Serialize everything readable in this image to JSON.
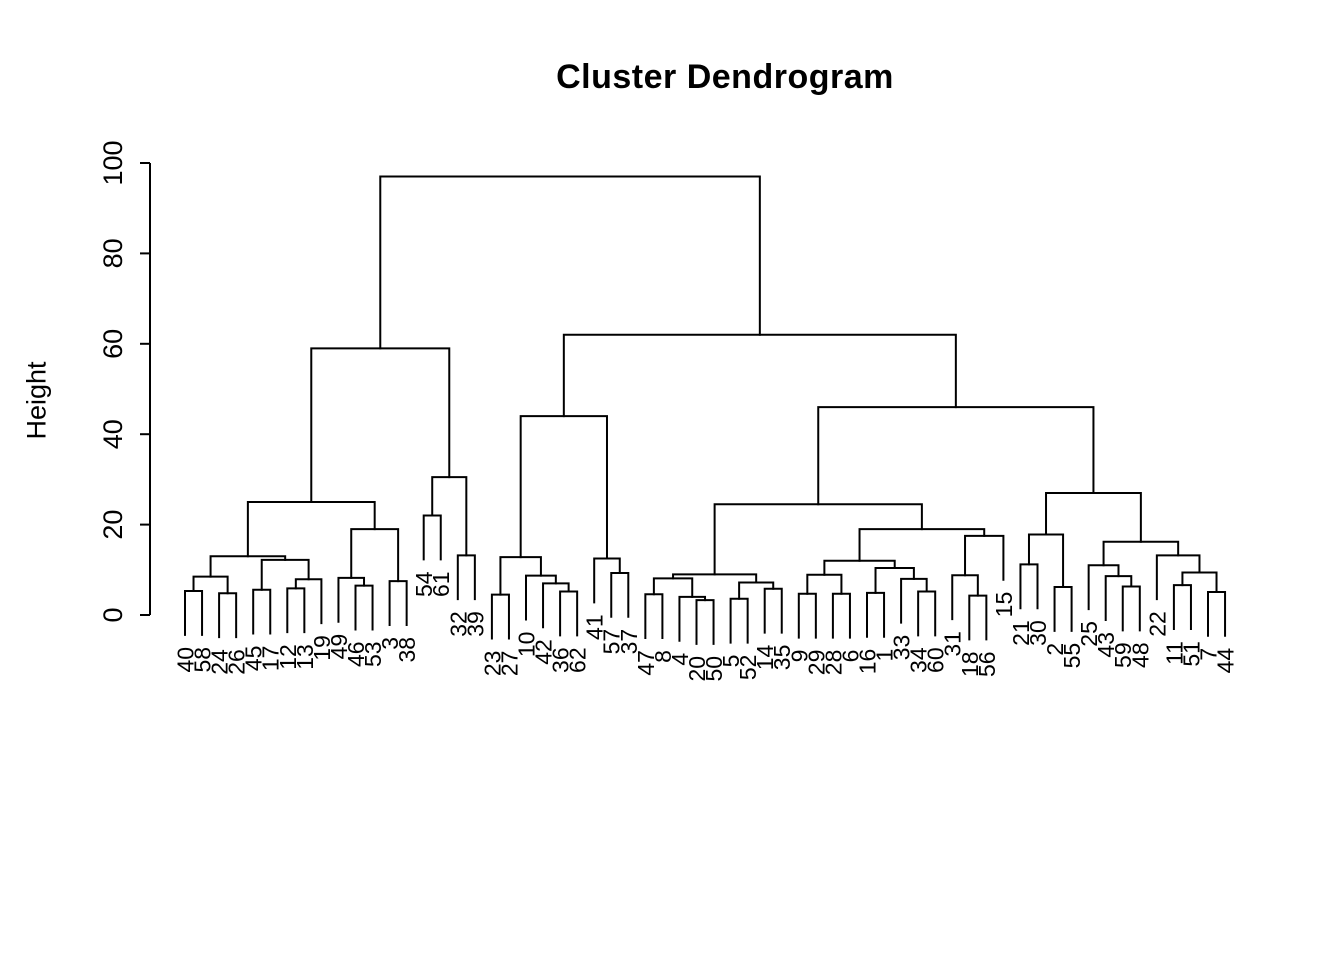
{
  "chart_data": {
    "type": "dendrogram",
    "title": "Cluster Dendrogram",
    "xlabel": "",
    "ylabel": "Height",
    "ylim": [
      0,
      100
    ],
    "yticks": [
      0,
      20,
      40,
      60,
      80,
      100
    ],
    "grid": false,
    "line_color": "#000000",
    "background_color": "#ffffff",
    "root_height": 97,
    "hang": 9.7,
    "n_leaves": 62,
    "leaf_order": [
      "40",
      "58",
      "24",
      "26",
      "45",
      "17",
      "12",
      "13",
      "19",
      "49",
      "46",
      "53",
      "3",
      "38",
      "54",
      "61",
      "32",
      "39",
      "23",
      "27",
      "10",
      "42",
      "36",
      "62",
      "41",
      "57",
      "37",
      "47",
      "8",
      "4",
      "20",
      "50",
      "5",
      "52",
      "14",
      "35",
      "9",
      "29",
      "28",
      "6",
      "16",
      "1",
      "33",
      "34",
      "60",
      "31",
      "18",
      "56",
      "15",
      "21",
      "30",
      "2",
      "55",
      "25",
      "43",
      "59",
      "48",
      "22",
      "11",
      "51",
      "7",
      "44"
    ],
    "tree": {
      "h": 97,
      "c": [
        {
          "h": 59,
          "c": [
            {
              "h": 25,
              "c": [
                {
                  "h": 13,
                  "c": [
                    {
                      "h": 8.5,
                      "c": [
                        {
                          "h": 5.3,
                          "c": [
                            {
                              "l": "40"
                            },
                            {
                              "l": "58"
                            }
                          ]
                        },
                        {
                          "h": 4.8,
                          "c": [
                            {
                              "l": "24"
                            },
                            {
                              "l": "26"
                            }
                          ]
                        }
                      ]
                    },
                    {
                      "h": 12.2,
                      "c": [
                        {
                          "h": 5.6,
                          "c": [
                            {
                              "l": "45"
                            },
                            {
                              "l": "17"
                            }
                          ]
                        },
                        {
                          "h": 7.9,
                          "c": [
                            {
                              "h": 5.9,
                              "c": [
                                {
                                  "l": "12"
                                },
                                {
                                  "l": "13"
                                }
                              ]
                            },
                            {
                              "l": "19"
                            }
                          ]
                        }
                      ]
                    }
                  ]
                },
                {
                  "h": 19,
                  "c": [
                    {
                      "h": 8.2,
                      "c": [
                        {
                          "l": "49"
                        },
                        {
                          "h": 6.5,
                          "c": [
                            {
                              "l": "46"
                            },
                            {
                              "l": "53"
                            }
                          ]
                        }
                      ]
                    },
                    {
                      "h": 7.5,
                      "c": [
                        {
                          "l": "3"
                        },
                        {
                          "l": "38"
                        }
                      ]
                    }
                  ]
                }
              ]
            },
            {
              "h": 30.5,
              "c": [
                {
                  "h": 22,
                  "c": [
                    {
                      "l": "54"
                    },
                    {
                      "l": "61"
                    }
                  ]
                },
                {
                  "h": 13.2,
                  "c": [
                    {
                      "l": "32"
                    },
                    {
                      "l": "39"
                    }
                  ]
                }
              ]
            }
          ]
        },
        {
          "h": 62,
          "c": [
            {
              "h": 44,
              "c": [
                {
                  "h": 12.8,
                  "c": [
                    {
                      "h": 4.5,
                      "c": [
                        {
                          "l": "23"
                        },
                        {
                          "l": "27"
                        }
                      ]
                    },
                    {
                      "h": 8.7,
                      "c": [
                        {
                          "l": "10"
                        },
                        {
                          "h": 7.0,
                          "c": [
                            {
                              "l": "42"
                            },
                            {
                              "h": 5.2,
                              "c": [
                                {
                                  "l": "36"
                                },
                                {
                                  "l": "62"
                                }
                              ]
                            }
                          ]
                        }
                      ]
                    }
                  ]
                },
                {
                  "h": 12.5,
                  "c": [
                    {
                      "l": "41"
                    },
                    {
                      "h": 9.3,
                      "c": [
                        {
                          "l": "57"
                        },
                        {
                          "l": "37"
                        }
                      ]
                    }
                  ]
                }
              ]
            },
            {
              "h": 46,
              "c": [
                {
                  "h": 24.5,
                  "c": [
                    {
                      "h": 9.0,
                      "c": [
                        {
                          "h": 8.1,
                          "c": [
                            {
                              "h": 4.6,
                              "c": [
                                {
                                  "l": "47"
                                },
                                {
                                  "l": "8"
                                }
                              ]
                            },
                            {
                              "h": 4.0,
                              "c": [
                                {
                                  "l": "4"
                                },
                                {
                                  "h": 3.3,
                                  "c": [
                                    {
                                      "l": "20"
                                    },
                                    {
                                      "l": "50"
                                    }
                                  ]
                                }
                              ]
                            }
                          ]
                        },
                        {
                          "h": 7.2,
                          "c": [
                            {
                              "h": 3.6,
                              "c": [
                                {
                                  "l": "5"
                                },
                                {
                                  "l": "52"
                                }
                              ]
                            },
                            {
                              "h": 5.8,
                              "c": [
                                {
                                  "l": "14"
                                },
                                {
                                  "l": "35"
                                }
                              ]
                            }
                          ]
                        }
                      ]
                    },
                    {
                      "h": 19,
                      "c": [
                        {
                          "h": 12,
                          "c": [
                            {
                              "h": 8.9,
                              "c": [
                                {
                                  "h": 4.7,
                                  "c": [
                                    {
                                      "l": "9"
                                    },
                                    {
                                      "l": "29"
                                    }
                                  ]
                                },
                                {
                                  "h": 4.7,
                                  "c": [
                                    {
                                      "l": "28"
                                    },
                                    {
                                      "l": "6"
                                    }
                                  ]
                                }
                              ]
                            },
                            {
                              "h": 10.4,
                              "c": [
                                {
                                  "h": 4.9,
                                  "c": [
                                    {
                                      "l": "16"
                                    },
                                    {
                                      "l": "1"
                                    }
                                  ]
                                },
                                {
                                  "h": 8.0,
                                  "c": [
                                    {
                                      "l": "33"
                                    },
                                    {
                                      "h": 5.2,
                                      "c": [
                                        {
                                          "l": "34"
                                        },
                                        {
                                          "l": "60"
                                        }
                                      ]
                                    }
                                  ]
                                }
                              ]
                            }
                          ]
                        },
                        {
                          "h": 17.5,
                          "c": [
                            {
                              "h": 8.8,
                              "c": [
                                {
                                  "l": "31"
                                },
                                {
                                  "h": 4.3,
                                  "c": [
                                    {
                                      "l": "18"
                                    },
                                    {
                                      "l": "56"
                                    }
                                  ]
                                }
                              ]
                            },
                            {
                              "l": "15"
                            }
                          ]
                        }
                      ]
                    }
                  ]
                },
                {
                  "h": 27,
                  "c": [
                    {
                      "h": 17.8,
                      "c": [
                        {
                          "h": 11.2,
                          "c": [
                            {
                              "l": "21"
                            },
                            {
                              "l": "30"
                            }
                          ]
                        },
                        {
                          "h": 6.2,
                          "c": [
                            {
                              "l": "2"
                            },
                            {
                              "l": "55"
                            }
                          ]
                        }
                      ]
                    },
                    {
                      "h": 16.2,
                      "c": [
                        {
                          "h": 11.0,
                          "c": [
                            {
                              "l": "25"
                            },
                            {
                              "h": 8.6,
                              "c": [
                                {
                                  "l": "43"
                                },
                                {
                                  "h": 6.3,
                                  "c": [
                                    {
                                      "l": "59"
                                    },
                                    {
                                      "l": "48"
                                    }
                                  ]
                                }
                              ]
                            }
                          ]
                        },
                        {
                          "h": 13.2,
                          "c": [
                            {
                              "l": "22"
                            },
                            {
                              "h": 9.4,
                              "c": [
                                {
                                  "h": 6.6,
                                  "c": [
                                    {
                                      "l": "11"
                                    },
                                    {
                                      "l": "51"
                                    }
                                  ]
                                },
                                {
                                  "h": 5.1,
                                  "c": [
                                    {
                                      "l": "7"
                                    },
                                    {
                                      "l": "44"
                                    }
                                  ]
                                }
                              ]
                            }
                          ]
                        }
                      ]
                    }
                  ]
                }
              ]
            }
          ]
        }
      ]
    }
  }
}
